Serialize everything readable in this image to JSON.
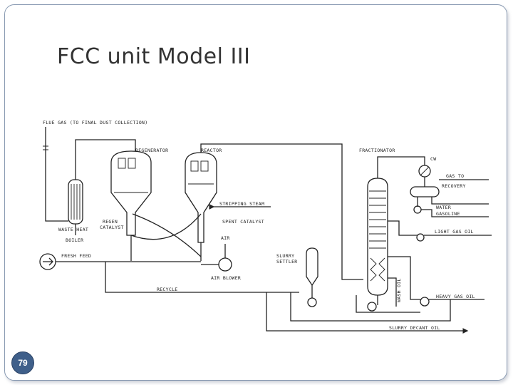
{
  "slide": {
    "title": "FCC unit Model III",
    "page_number": "79"
  },
  "diagram": {
    "labels": {
      "flue_gas": "FLUE GAS (TO FINAL DUST COLLECTION)",
      "regenerator": "REGENERATOR",
      "reactor": "REACTOR",
      "fractionator": "FRACTIONATOR",
      "cw": "CW",
      "gas_to_recovery_1": "GAS TO",
      "gas_to_recovery_2": "RECOVERY",
      "water": "WATER",
      "gasoline": "GASOLINE",
      "stripping_steam": "STRIPPING STEAM",
      "regen_catalyst_1": "REGEN",
      "regen_catalyst_2": "CATALYST",
      "spent_catalyst": "SPENT CATALYST",
      "light_gas_oil": "LIGHT GAS OIL",
      "waste_heat_1": "WASTE HEAT",
      "waste_heat_2": "BOILER",
      "air": "AIR",
      "fresh_feed": "FRESH FEED",
      "slurry_settler_1": "SLURRY",
      "slurry_settler_2": "SETTLER",
      "air_blower": "AIR BLOWER",
      "wash_oil": "WASH OIL",
      "heavy_gas_oil": "HEAVY GAS OIL",
      "recycle": "RECYCLE",
      "slurry_decant_oil": "SLURRY DECANT OIL"
    }
  }
}
